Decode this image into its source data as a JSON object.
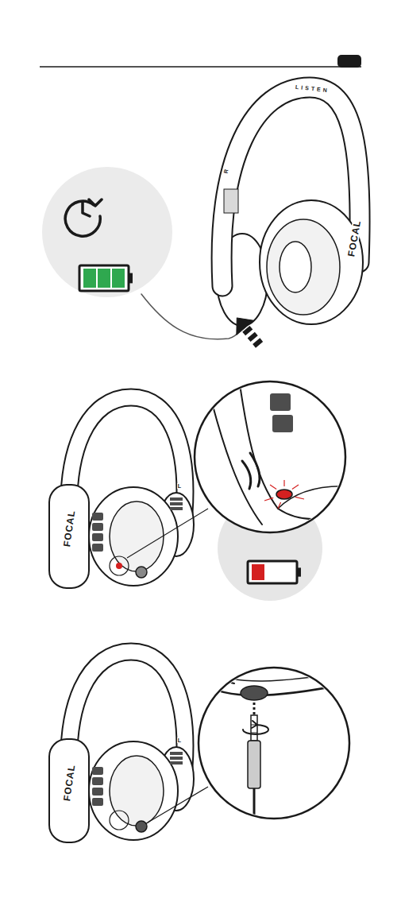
{
  "diagram": {
    "labels": [
      "LISTEN",
      "R",
      "FOCAL",
      "L",
      "FOCAL",
      "L",
      "FOCAL"
    ]
  }
}
